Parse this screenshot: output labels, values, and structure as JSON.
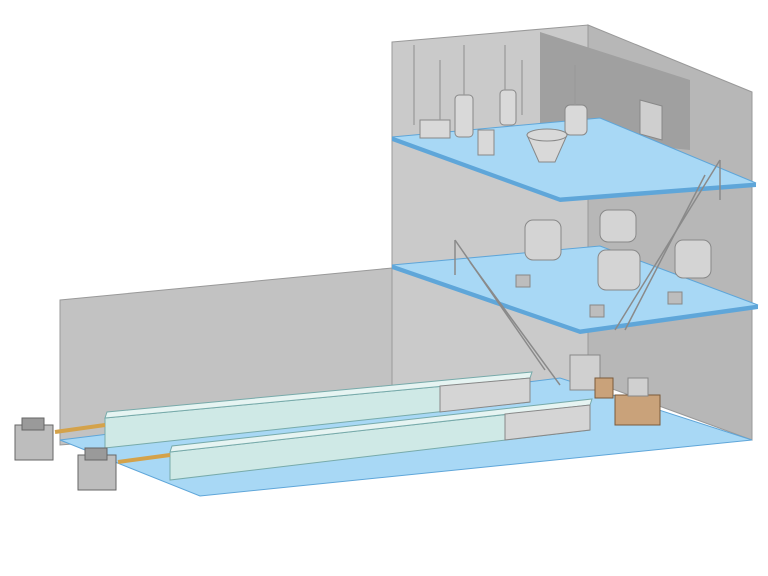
{
  "scene": {
    "colors": {
      "background": "#ffffff",
      "wall_light": "#c8c8c8",
      "wall_mid": "#b4b4b4",
      "wall_dark": "#9a9a9a",
      "floor": "#a8d8f5",
      "floor_edge": "#5fa6d9",
      "tunnel": "#cfe9e6",
      "tunnel_dark": "#9fb9b6",
      "steel": "#d9d9d9",
      "crate": "#c9a27a"
    },
    "levels": [
      "upper-mezzanine",
      "middle-mezzanine",
      "ground-floor"
    ],
    "production_lines": 2
  }
}
